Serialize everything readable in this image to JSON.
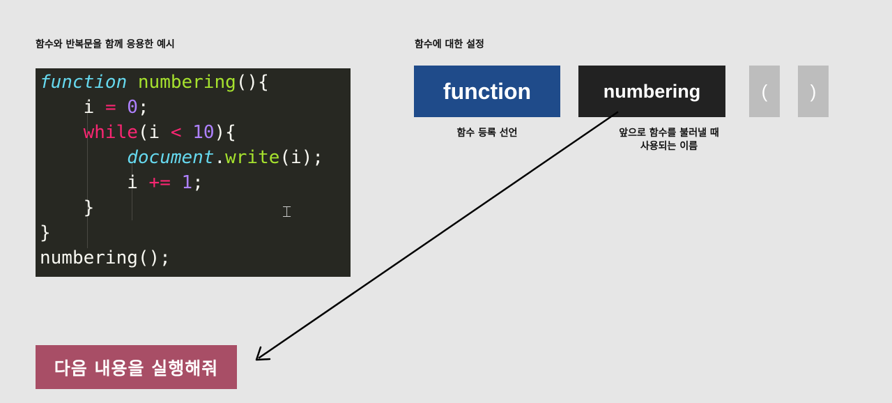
{
  "headings": {
    "left": "함수와 반복문을 함께 응용한 예시",
    "right": "함수에 대한 설정"
  },
  "code": {
    "l1": {
      "kw": "function",
      "name": "numbering",
      "rest": "(){"
    },
    "l2": {
      "indent": "    ",
      "var": "i",
      "op": "=",
      "num": "0",
      "end": ";"
    },
    "l3": {
      "indent": "    ",
      "kw": "while",
      "open": "(i ",
      "op": "<",
      "num": "10",
      "close": "){"
    },
    "l4": {
      "indent": "        ",
      "obj": "document",
      "dot": ".",
      "method": "write",
      "args": "(i);"
    },
    "l5": {
      "indent": "        ",
      "var": "i",
      "op": "+=",
      "num": "1",
      "end": ";"
    },
    "l6": "    }",
    "l7": "}",
    "l8": "numbering();"
  },
  "boxes": {
    "function": "function",
    "numbering": "numbering",
    "lparen": "(",
    "rparen": ")"
  },
  "captions": {
    "function": "함수 등록 선언",
    "numbering_line1": "앞으로 함수를 불러낼 때",
    "numbering_line2": "사용되는 이름"
  },
  "button": {
    "label": "다음 내용을 실행해줘"
  },
  "colors": {
    "function_box": "#1f4b8a",
    "numbering_box": "#222222",
    "paren_box": "#bdbdbd",
    "run_button": "#a84e66",
    "code_bg": "#272822"
  }
}
